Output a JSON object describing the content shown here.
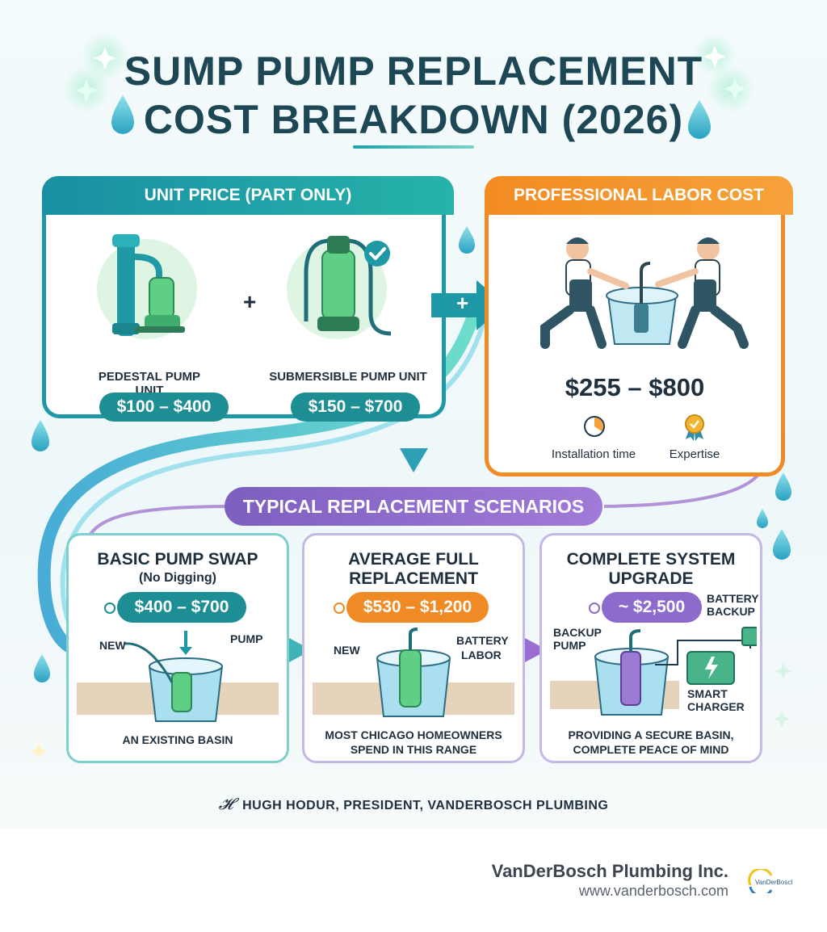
{
  "title_line1": "SUMP PUMP REPLACEMENT",
  "title_line2": "COST BREAKDOWN (2026)",
  "unit_panel": {
    "header": "UNIT PRICE (PART ONLY)",
    "plus": "+",
    "pedestal": {
      "label": "PEDESTAL PUMP UNIT",
      "price": "$100 – $400"
    },
    "submersible": {
      "label": "SUBMERSIBLE PUMP UNIT",
      "price": "$150 – $700"
    }
  },
  "connector_plus": "+",
  "labor_panel": {
    "header": "PROFESSIONAL LABOR COST",
    "price": "$255 – $800",
    "item1": "Installation time",
    "item2": "Expertise"
  },
  "scenarios_header": "TYPICAL REPLACEMENT SCENARIOS",
  "scenarios": [
    {
      "title_line1": "BASIC PUMP SWAP",
      "title_line2": "(No Digging)",
      "price": "$400 – $700",
      "label_new": "NEW",
      "label_pump": "PUMP",
      "footer": "AN EXISTING BASIN"
    },
    {
      "title_line1": "AVERAGE FULL",
      "title_line2": "REPLACEMENT",
      "price": "$530 – $1,200",
      "label_new": "NEW",
      "label_battery": "BATTERY",
      "label_labor": "LABOR",
      "footer_line1": "MOST CHICAGO HOMEOWNERS",
      "footer_line2": "SPEND IN THIS RANGE"
    },
    {
      "title_line1": "COMPLETE SYSTEM",
      "title_line2": "UPGRADE",
      "price": "~ $2,500",
      "label_battery_backup_1": "BATTERY",
      "label_battery_backup_2": "BACKUP",
      "label_backup_pump_1": "BACKUP",
      "label_backup_pump_2": "PUMP",
      "label_smart_1": "SMART",
      "label_smart_2": "CHARGER",
      "footer_line1": "PROVIDING A SECURE BASIN,",
      "footer_line2": "COMPLETE PEACE OF MIND"
    }
  ],
  "quote": "HUGH HODUR, PRESIDENT, VANDERBOSCH PLUMBING",
  "footer": {
    "company": "VanDerBosch Plumbing Inc.",
    "url": "www.vanderbosch.com",
    "logo_text": "VanDerBosch"
  },
  "colors": {
    "teal": "#1e97a6",
    "orange": "#f08a24",
    "purple": "#8c6bcc",
    "pump_green": "#5fcf86"
  }
}
